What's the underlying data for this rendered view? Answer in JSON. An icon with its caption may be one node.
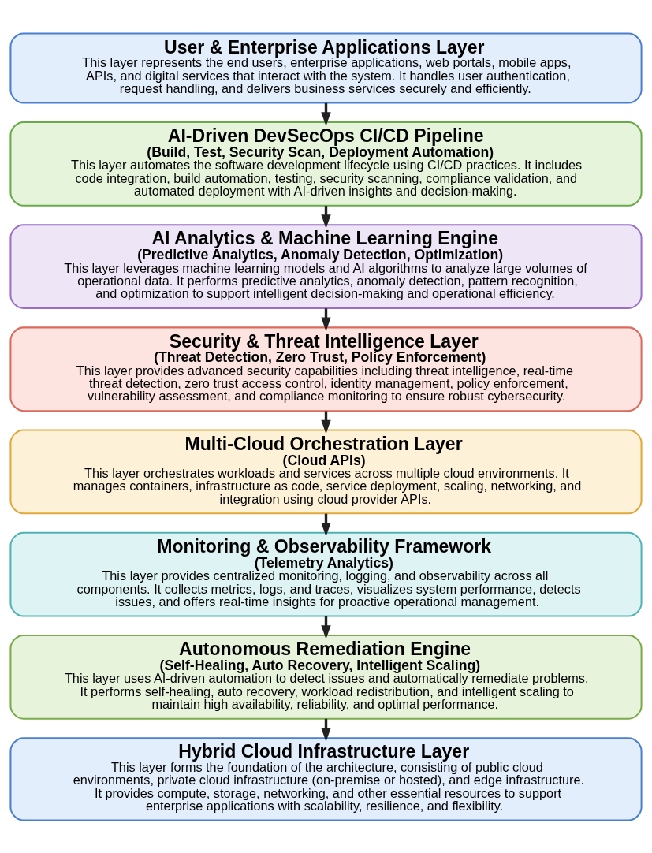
{
  "diagram": {
    "nodes": [
      {
        "text": [
          "User & Enterprise Applications Layer",
          "This layer represents the end users, enterprise applications, web portals, mobile apps, APIs, and digital services that interact with the system. It handles user authentication, request handling, and delivers business services securely and efficiently."
        ]
      },
      {
        "text": [
          "AI-Driven DevSecOps CI/CD Pipeline",
          "(Build, Test, Security Scan, Deployment Automation)",
          "This layer automates the software development lifecycle using CI/CD practices. It includes code integration, build automation, testing, security scanning, compliance validation, and automated deployment with AI-driven insights and decision-making."
        ]
      },
      {
        "text": [
          "AI Analytics & Machine Learning Engine",
          "(Predictive Analytics, Anomaly Detection, Optimization)",
          "This layer leverages machine learning models and AI algorithms to analyze large volumes of operational data. It performs predictive analytics, anomaly detection, pattern recognition, and optimization to support intelligent decision-making and operational efficiency."
        ]
      },
      {
        "text": [
          "Security & Threat Intelligence Layer",
          "(Threat Detection, Zero Trust, Policy Enforcement)",
          "This layer provides advanced security capabilities including threat intelligence, real-time threat detection, zero trust access control, identity management, policy enforcement, vulnerability assessment, and compliance monitoring to ensure robust cybersecurity."
        ]
      },
      {
        "text": [
          "Multi-Cloud Orchestration Layer",
          "(Cloud APIs)",
          "This layer orchestrates workloads and services across multiple cloud environments. It manages containers, infrastructure as code, service deployment, scaling, networking, and integration using cloud provider APIs."
        ]
      },
      {
        "text": [
          "Monitoring & Observability Framework",
          "(Telemetry Analytics)",
          "This layer provides centralized monitoring, logging, and observability across all components. It collects metrics, logs, and traces, visualizes system performance, detects issues, and offers real-time insights for proactive operational management."
        ]
      },
      {
        "text": [
          "Autonomous Remediation Engine",
          "(Self-Healing, Auto Recovery, Intelligent Scaling)",
          "This layer uses AI-driven automation to detect issues and automatically remediate problems. It performs self-healing, auto recovery, workload redistribution, and intelligent scaling to maintain high availability, reliability, and optimal performance."
        ]
      },
      {
        "text": [
          "Hybrid Cloud Infrastructure Layer",
          "This layer forms the foundation of the architecture, consisting of public cloud environments, private cloud infrastructure (on-premise or hosted), and edge infrastructure. It provides compute, storage, networking, and other essential resources to support enterprise applications with scalability, resilience, and flexibility."
        ]
      }
    ],
    "edges": [
      {
        "from": 0,
        "to": 1,
        "arrow": "to"
      },
      {
        "from": 1,
        "to": 2,
        "arrow": "to"
      },
      {
        "from": 2,
        "to": 3,
        "arrow": "to"
      },
      {
        "from": 3,
        "to": 4,
        "arrow": "to"
      },
      {
        "from": 4,
        "to": 5,
        "arrow": "to"
      },
      {
        "from": 5,
        "to": 6,
        "arrow": "to"
      },
      {
        "from": 6,
        "to": 7,
        "arrow": "to"
      }
    ]
  }
}
